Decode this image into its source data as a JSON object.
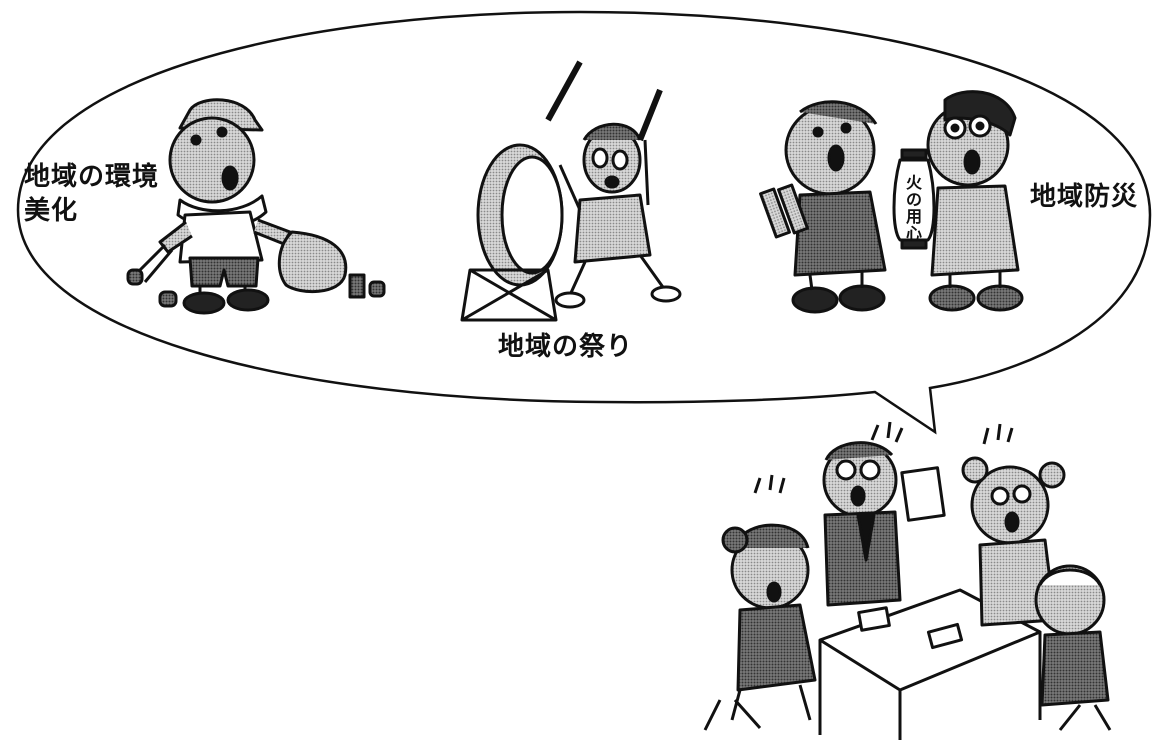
{
  "labels": {
    "environment": "地域の環境\n美化",
    "festival": "地域の祭り",
    "safety": "地域防災",
    "lantern": "火\nの\n用\n心"
  },
  "illustrations": {
    "cleanup": "cleanup-worker",
    "festival": "taiko-drummer",
    "safety": "fire-watch-patrol",
    "meeting": "community-meeting"
  },
  "colors": {
    "line": "#111111",
    "gray": "#a8a8a8",
    "dark": "#555555",
    "bubble": "#ffffff"
  }
}
